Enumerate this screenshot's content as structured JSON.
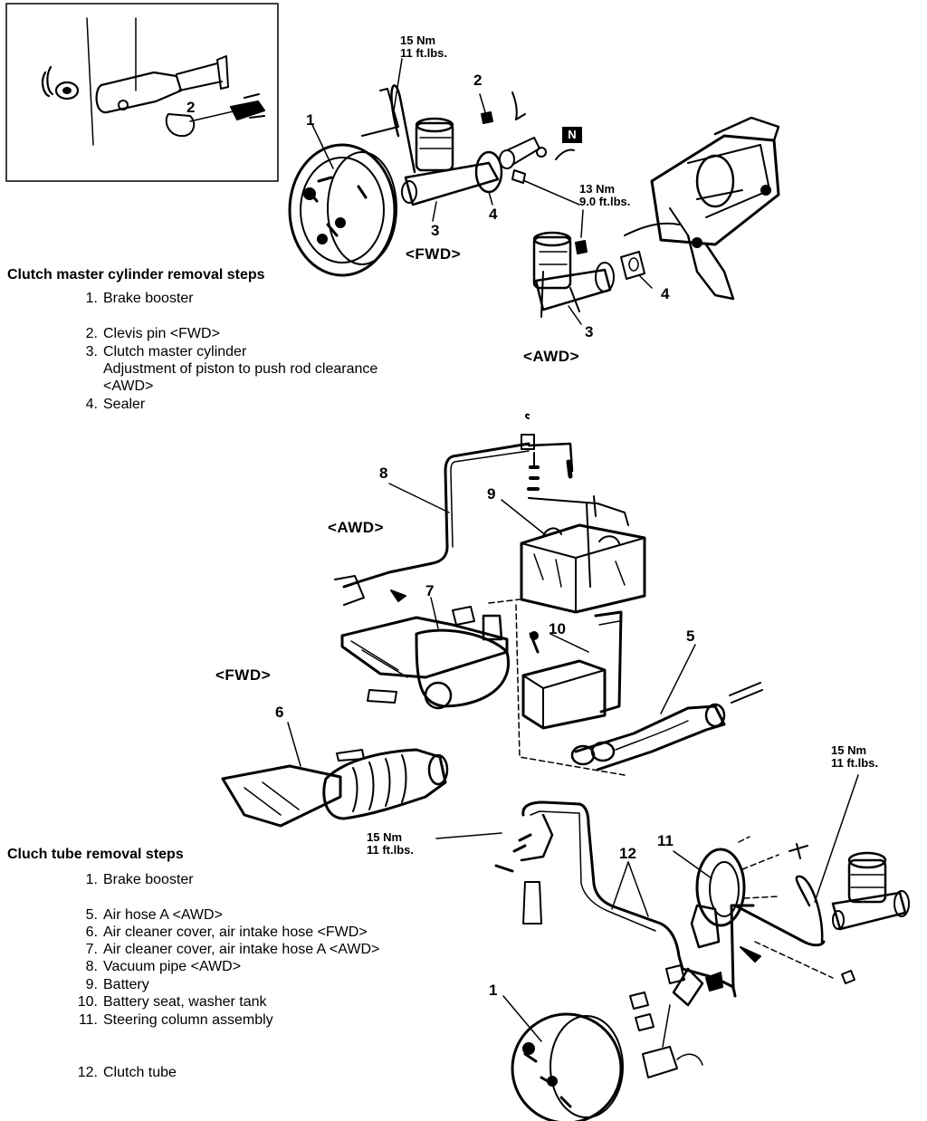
{
  "inset": {
    "callout": "2"
  },
  "top_diagram": {
    "callouts": {
      "c1": "1",
      "c2": "2",
      "c3_fwd": "3",
      "c4_fwd": "4",
      "c3_awd": "3",
      "c4_awd": "4"
    },
    "torque_top": [
      "15 Nm",
      "11 ft.lbs."
    ],
    "torque_mid": [
      "13 Nm",
      "9.0 ft.lbs."
    ],
    "fwd_label": "<FWD>",
    "awd_label": "<AWD>",
    "n_badge": "N"
  },
  "section1": {
    "heading": "Clutch master cylinder removal steps",
    "steps": [
      {
        "num": "1.",
        "lines": [
          "Brake booster"
        ]
      },
      {
        "num": "2.",
        "lines": [
          "Clevis pin <FWD>"
        ]
      },
      {
        "num": "3.",
        "lines": [
          "Clutch master cylinder",
          "Adjustment of piston to push rod clearance",
          "<AWD>"
        ]
      },
      {
        "num": "4.",
        "lines": [
          "Sealer"
        ]
      }
    ]
  },
  "middle_diagram": {
    "awd_label": "<AWD>",
    "fwd_label": "<FWD>",
    "callouts": {
      "c5": "5",
      "c6": "6",
      "c7": "7",
      "c8": "8",
      "c9": "9",
      "c10": "10"
    }
  },
  "bottom_diagram": {
    "torque_left": [
      "15 Nm",
      "11 ft.lbs."
    ],
    "torque_right": [
      "15 Nm",
      "11 ft.lbs."
    ],
    "callouts": {
      "c1": "1",
      "c11": "11",
      "c12": "12"
    }
  },
  "section2": {
    "heading": "Cluch tube removal steps",
    "steps": [
      {
        "num": "1.",
        "lines": [
          "Brake booster"
        ]
      },
      {
        "num": "5.",
        "lines": [
          "Air hose A <AWD>"
        ]
      },
      {
        "num": "6.",
        "lines": [
          "Air cleaner cover, air intake hose <FWD>"
        ]
      },
      {
        "num": "7.",
        "lines": [
          "Air cleaner cover, air intake hose A <AWD>"
        ]
      },
      {
        "num": "8.",
        "lines": [
          "Vacuum pipe <AWD>"
        ]
      },
      {
        "num": "9.",
        "lines": [
          "Battery"
        ]
      },
      {
        "num": "10.",
        "lines": [
          "Battery seat, washer tank"
        ]
      },
      {
        "num": "11.",
        "lines": [
          "Steering column assembly"
        ]
      },
      {
        "num": "12.",
        "lines": [
          "Clutch tube"
        ]
      }
    ]
  }
}
